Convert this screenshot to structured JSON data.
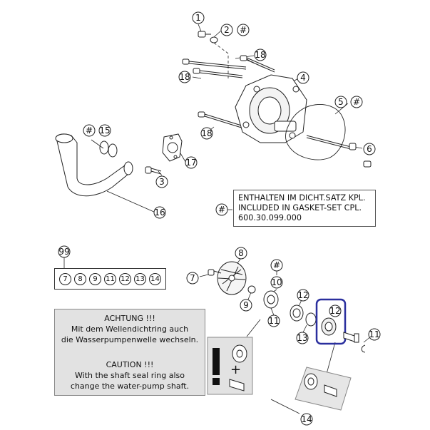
{
  "callouts": {
    "c1": "1",
    "c2": "2",
    "c2_mark": "#",
    "c3": "3",
    "c4": "4",
    "c5": "5",
    "c5_mark": "#",
    "c6": "6",
    "c8": "8",
    "c9": "9",
    "c10": "10",
    "c10_mark": "#",
    "c11a": "11",
    "c11b": "11",
    "c12a": "12",
    "c12b": "12",
    "c13": "13",
    "c14": "14",
    "c15": "15",
    "c15_mark": "#",
    "c16": "16",
    "c17": "17",
    "c18a": "18",
    "c18b": "18",
    "c18c": "18",
    "c7": "7",
    "c99": "99",
    "note_mark": "#"
  },
  "kit_items": [
    "7",
    "8",
    "9",
    "11",
    "12",
    "13",
    "14"
  ],
  "gasket_note": {
    "line1": "ENTHALTEN IM DICHT.SATZ KPL.",
    "line2": "INCLUDED IN GASKET-SET CPL.",
    "line3": "600.30.099.000"
  },
  "warning": {
    "de_title": "ACHTUNG !!!",
    "de_line1": "Mit dem Wellendichtring auch",
    "de_line2": "die Wasserpumpenwelle wechseln.",
    "en_title": "CAUTION !!!",
    "en_line1": "With the shaft seal ring also",
    "en_line2": "change the water-pump shaft."
  },
  "detail_icons": {
    "exclamation": "!",
    "plus": "+"
  },
  "colors": {
    "highlight": "#2a2f9e",
    "line": "#222222",
    "warn_bg": "#e2e2e2"
  }
}
